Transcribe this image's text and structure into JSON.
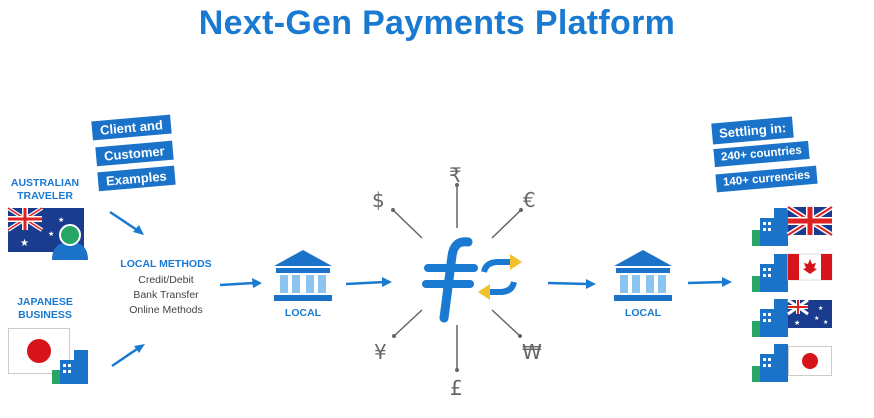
{
  "title": "Next-Gen Payments Platform",
  "client_banner": [
    "Client and",
    "Customer",
    "Examples"
  ],
  "australian_traveler": [
    "AUSTRALIAN",
    "TRAVELER"
  ],
  "japanese_business": [
    "JAPANESE",
    "BUSINESS"
  ],
  "local_methods": {
    "heading": "LOCAL METHODS",
    "items": [
      "Credit/Debit",
      "Bank Transfer",
      "Online Methods"
    ]
  },
  "bank_left_label": "LOCAL",
  "bank_right_label": "LOCAL",
  "currencies": {
    "top": "₹",
    "top_left": "$",
    "top_right": "€",
    "bottom_left": "¥",
    "bottom_right": "₩",
    "bottom": "£"
  },
  "settling_banner": [
    "Settling in:",
    "240+ countries",
    "140+ currencies"
  ],
  "colors": {
    "blue": "#1a7ad1",
    "dark_blue": "#1b73c9",
    "green": "#27a565",
    "yellow": "#f2c12e"
  },
  "icons": [
    "australia-flag-icon",
    "japan-flag-icon",
    "person-icon",
    "office-building-icon",
    "bank-icon",
    "fx-logo-icon",
    "uk-flag-icon",
    "canada-flag-icon"
  ]
}
